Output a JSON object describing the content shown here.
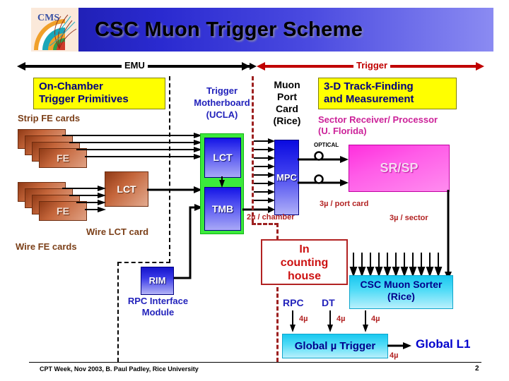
{
  "banner": {
    "title": "CSC Muon Trigger Scheme",
    "logo_text": "CMS"
  },
  "ranges": {
    "emu_label": "EMU",
    "trigger_label": "Trigger",
    "emu_color": "#000000",
    "trigger_color": "#c00000"
  },
  "callouts": {
    "on_chamber_line1": "On-Chamber",
    "on_chamber_line2": "Trigger Primitives",
    "track_finding_line1": "3-D Track-Finding",
    "track_finding_line2": "and Measurement"
  },
  "labels": {
    "strip_fe_cards": "Strip FE cards",
    "wire_fe_cards": "Wire FE cards",
    "wire_lct_card": "Wire LCT card",
    "trigger_motherboard_1": "Trigger",
    "trigger_motherboard_2": "Motherboard",
    "trigger_motherboard_3": "(UCLA)",
    "muon_port_card_1": "Muon",
    "muon_port_card_2": "Port",
    "muon_port_card_3": "Card",
    "muon_port_card_4": "(Rice)",
    "sector_receiver_1": "Sector Receiver/ Processor",
    "sector_receiver_2": "(U. Florida)",
    "optical": "OPTICAL",
    "rpc_interface_1": "RPC Interface",
    "rpc_interface_2": "Module",
    "counting_house_1": "In",
    "counting_house_2": "counting",
    "counting_house_3": "house",
    "rpc": "RPC",
    "dt": "DT",
    "global_l1": "Global L1"
  },
  "boxes": {
    "fe": "FE",
    "lct_brown": "LCT",
    "lct_blue": "LCT",
    "tmb": "TMB",
    "mpc": "MPC",
    "srsp": "SR/SP",
    "rim": "RIM",
    "csc_muon_sorter_1": "CSC Muon Sorter",
    "csc_muon_sorter_2": "(Rice)",
    "global_mu_trigger": "Global µ Trigger"
  },
  "annotations": {
    "two_mu_chamber": "2µ  / chamber",
    "three_mu_port_card": "3µ  / port card",
    "three_mu_sector": "3µ  / sector",
    "four_mu_rpc": "4µ",
    "four_mu_dt": "4µ",
    "four_mu_csc": "4µ",
    "four_mu_out": "4µ"
  },
  "footer": {
    "credit": "CPT Week, Nov 2003,  B. Paul Padley, Rice University",
    "page_number": "2"
  },
  "colors": {
    "yellow_box": "#ffff00",
    "navy_text": "#000080",
    "brown_card": "#c4653a",
    "green_frame": "#3bea3b",
    "magenta_box": "#ff5ce8",
    "cyan_box": "#52dcf7",
    "red_dashed": "#9d2020"
  }
}
